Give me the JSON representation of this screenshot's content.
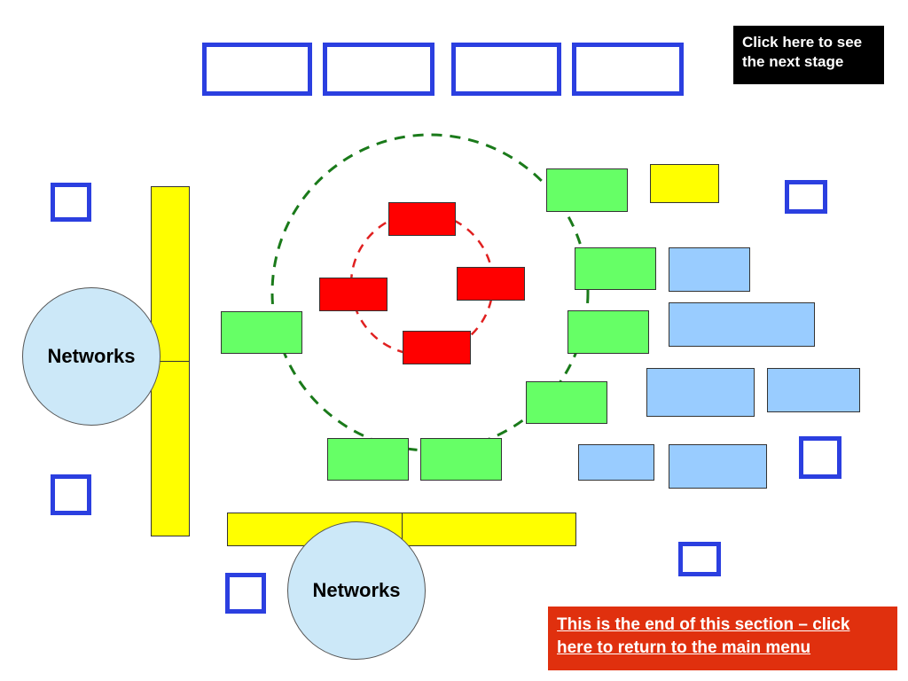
{
  "nav": {
    "next_stage_label": "Click here to see the next stage",
    "return_label": "This is the end of this section – click here to return to the main menu"
  },
  "networks": {
    "left_label": "Networks",
    "bottom_label": "Networks"
  },
  "colors": {
    "frame_blue": "#2b3fe0",
    "green": "#66ff66",
    "red": "#ff0000",
    "light_blue": "#99ccff",
    "yellow": "#ffff00",
    "circle_fill": "#cce8f8",
    "outer_ring": "#1a7a1a",
    "inner_ring": "#e02020",
    "return_bg": "#e0300e"
  }
}
